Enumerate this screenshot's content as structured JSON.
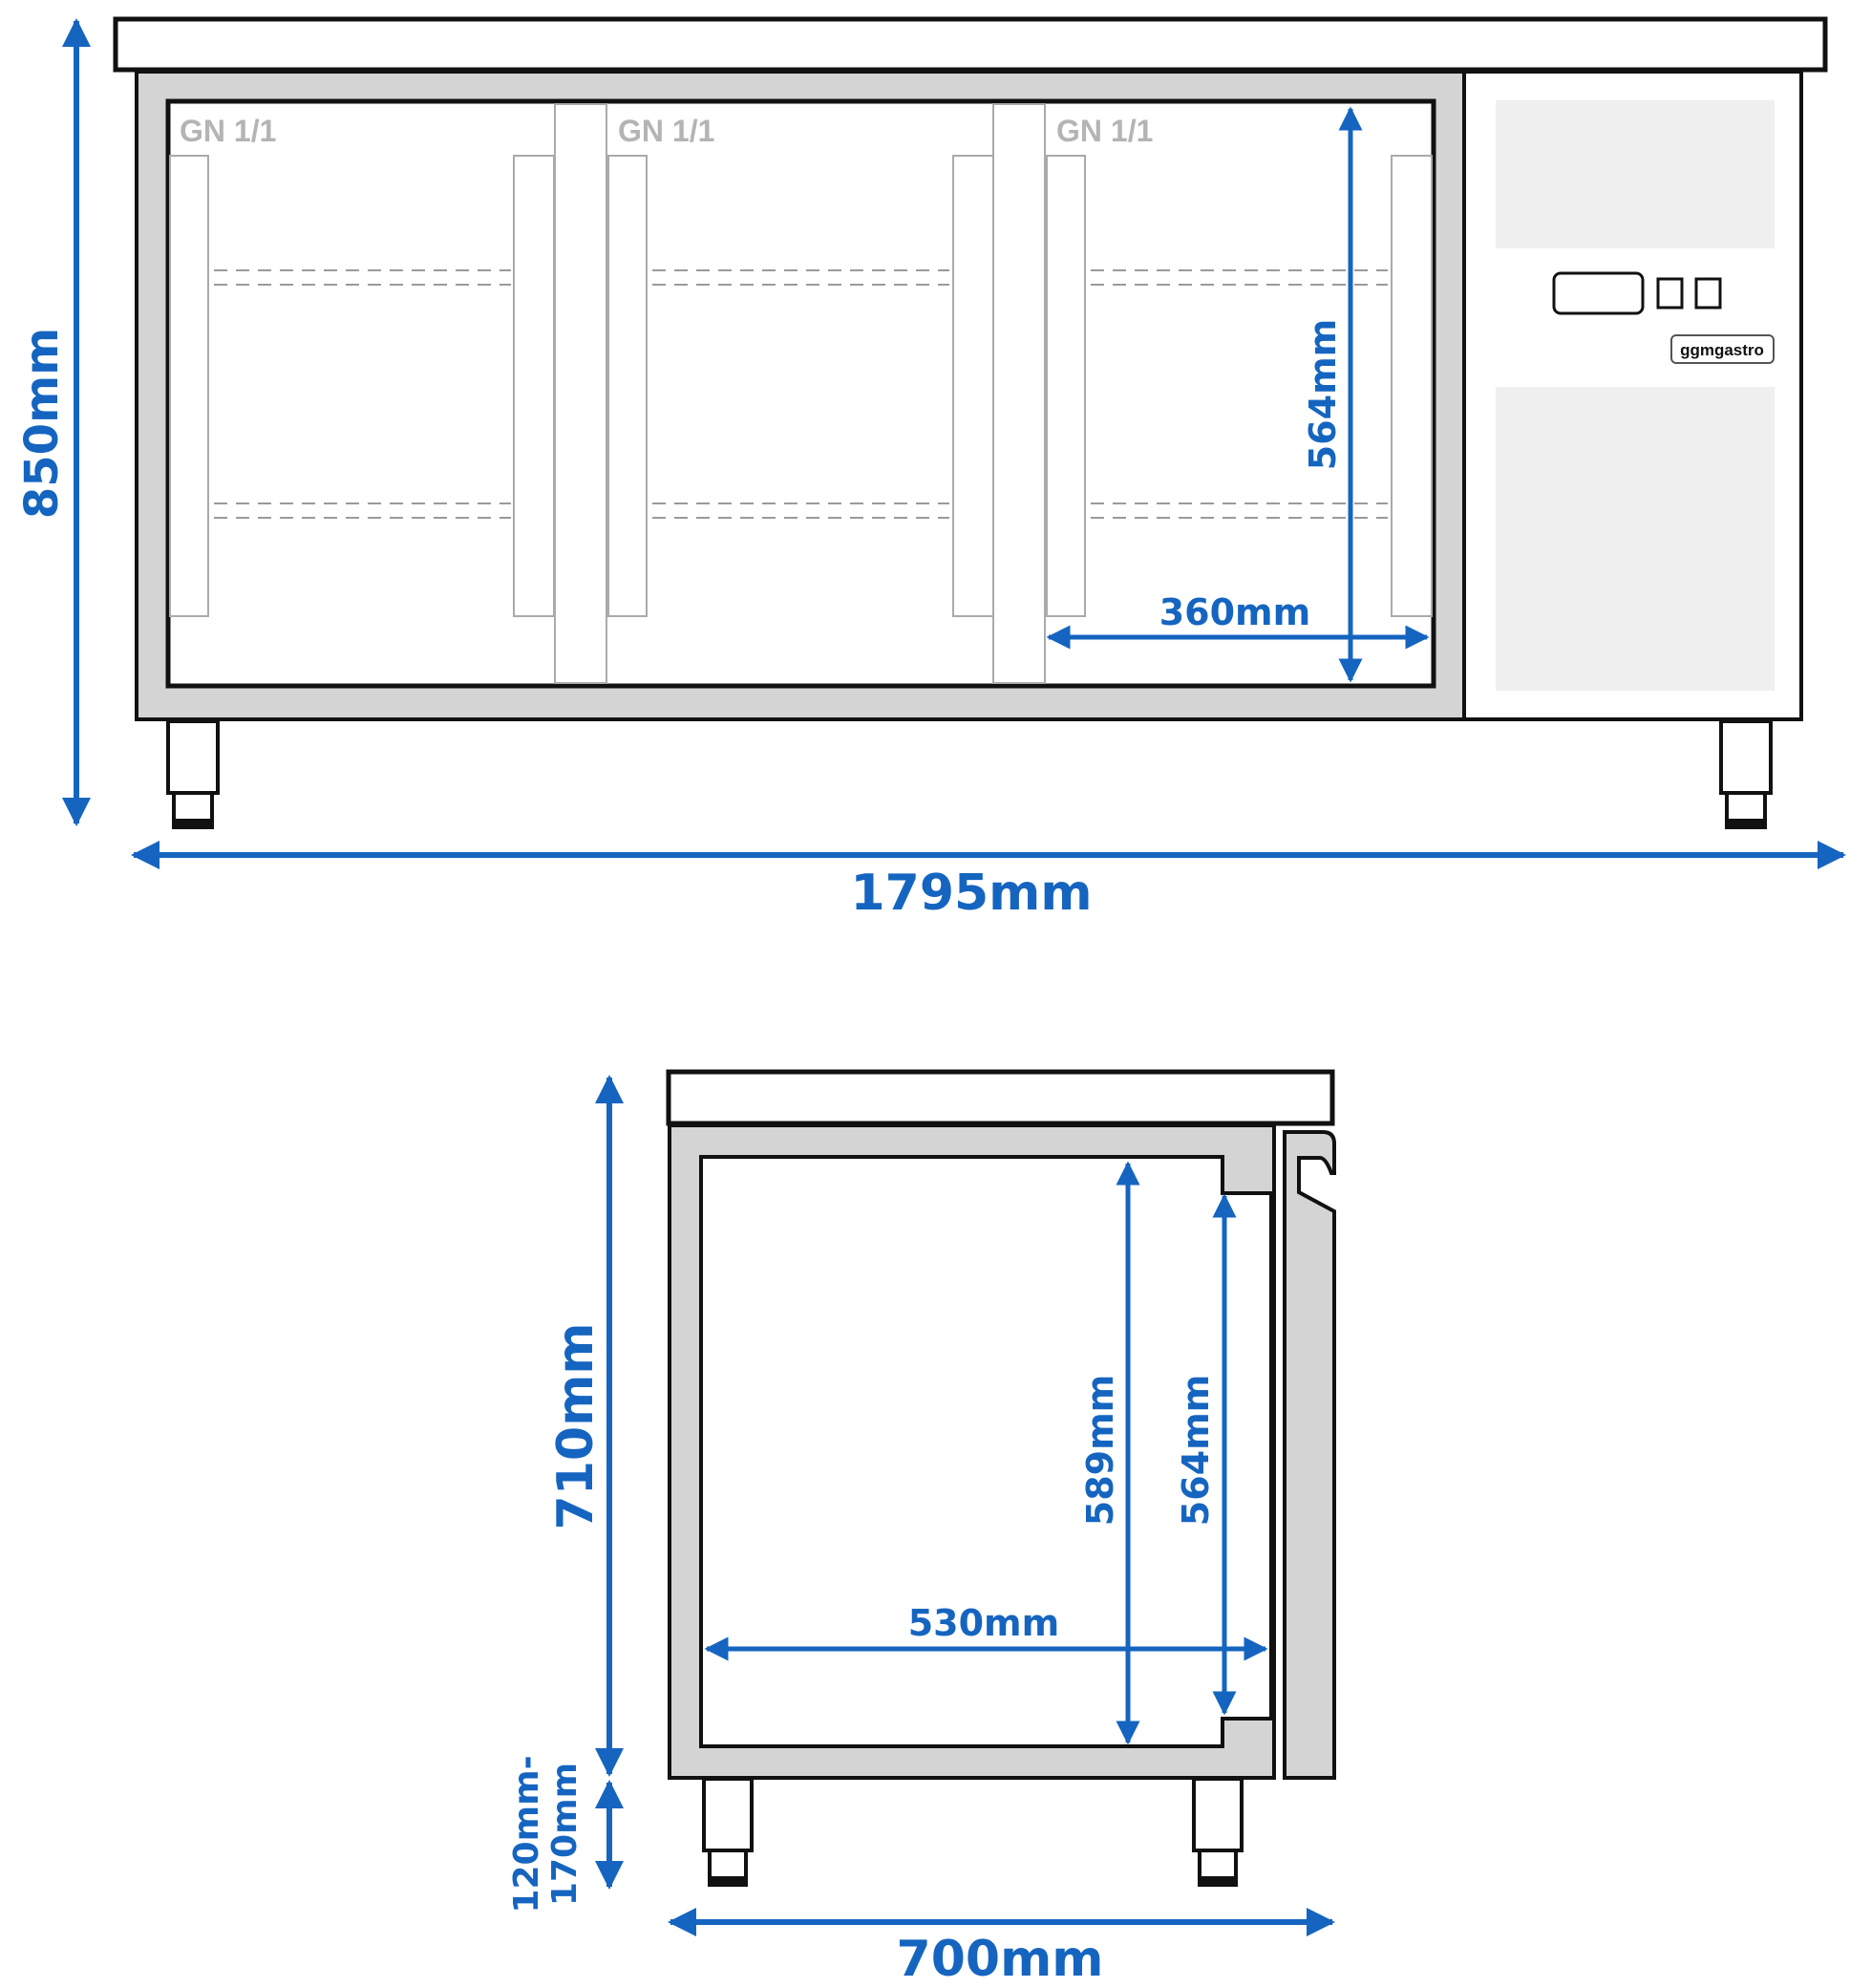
{
  "front_view": {
    "compartment_labels": [
      "GN 1/1",
      "GN 1/1",
      "GN 1/1"
    ],
    "brand": "ggmgastro",
    "dimensions": {
      "height": "850mm",
      "width": "1795mm",
      "inner_height": "564mm",
      "inner_width": "360mm"
    }
  },
  "side_view": {
    "dimensions": {
      "height": "710mm",
      "leg_height_line1": "120mm-",
      "leg_height_line2": "170mm",
      "depth": "700mm",
      "inner_width": "530mm",
      "inner_height_a": "589mm",
      "inner_height_b": "564mm"
    }
  },
  "colors": {
    "dimension": "#1565c0",
    "outline": "#111111",
    "steel_frame": "#d4d4d4",
    "panel": "#efefef",
    "label_grey": "#b4b4b4"
  }
}
